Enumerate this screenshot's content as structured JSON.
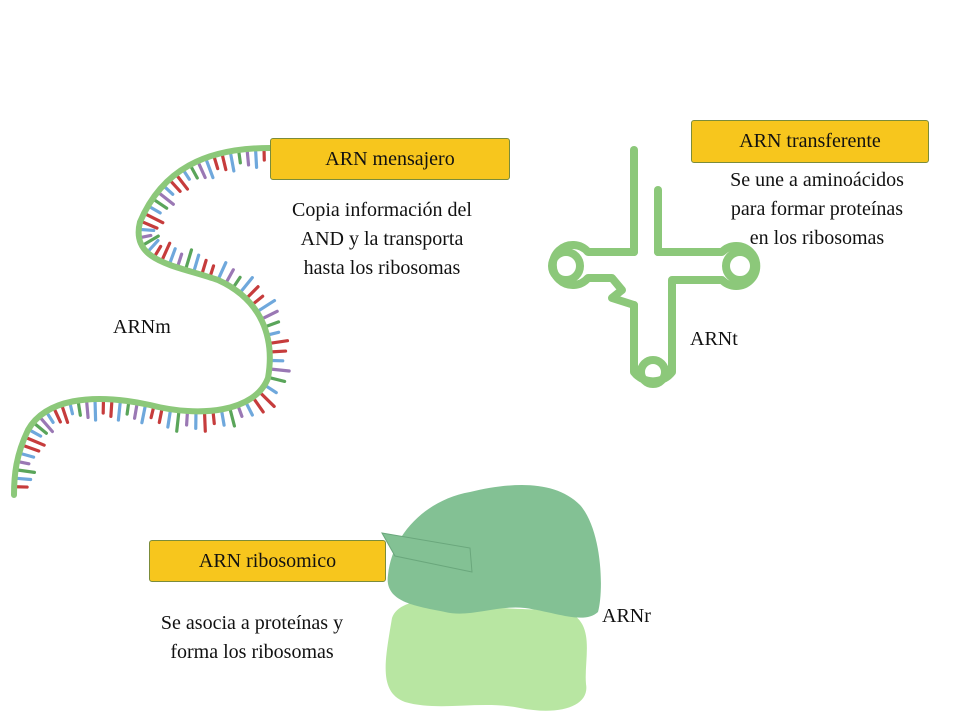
{
  "colors": {
    "label_fill": "#f7c61d",
    "strand_green": "#8cc87a",
    "ribosome_large": "#83c194",
    "ribosome_small": "#b8e6a2",
    "base_red": "#c63c3c",
    "base_blue": "#6fa8dc",
    "base_purple": "#9a78b4",
    "base_green": "#5aa55a"
  },
  "mrna": {
    "title": "ARN mensajero",
    "description": [
      "Copia información del",
      "AND y la transporta",
      "hasta los ribosomas"
    ],
    "short_label": "ARNm"
  },
  "trna": {
    "title": "ARN transferente",
    "description": [
      "Se une a aminoácidos",
      "para formar proteínas",
      "en los ribosomas"
    ],
    "short_label": "ARNt"
  },
  "rrna": {
    "title": "ARN ribosomico",
    "description": [
      "Se asocia a proteínas y",
      "forma los ribosomas"
    ],
    "short_label": "ARNr"
  }
}
